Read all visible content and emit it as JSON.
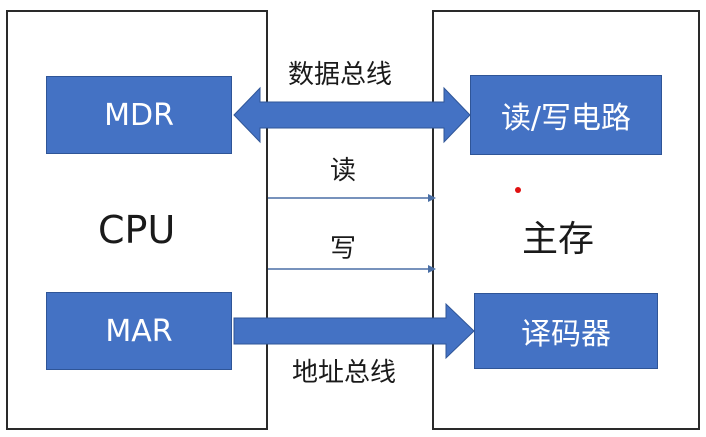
{
  "cpu": {
    "label": "CPU",
    "mdr_label": "MDR",
    "mar_label": "MAR"
  },
  "memory": {
    "label": "主存",
    "rw_circuit_label": "读/写电路",
    "decoder_label": "译码器"
  },
  "buses": {
    "data_bus": "数据总线",
    "read_signal": "读",
    "write_signal": "写",
    "address_bus": "地址总线"
  },
  "colors": {
    "block_fill": "#4472c4",
    "block_border": "#2f5597",
    "thin_arrow": "#4a6fa5",
    "marker": "#e01010"
  }
}
